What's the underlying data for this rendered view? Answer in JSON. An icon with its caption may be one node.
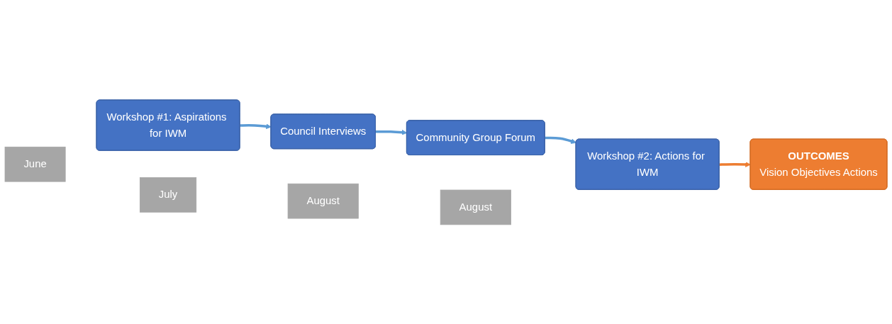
{
  "diagram": {
    "nodes": [
      {
        "text": [
          "June"
        ]
      },
      {
        "text": [
          "July"
        ]
      },
      {
        "text": [
          "August"
        ]
      },
      {
        "text": [
          "August"
        ]
      },
      {
        "text": [
          "Workshop #1: Aspirations for IWM"
        ]
      },
      {
        "text": [
          "Council Interviews"
        ]
      },
      {
        "text": [
          "Community Group Forum"
        ]
      },
      {
        "text": [
          "Workshop #2: Actions for IWM"
        ]
      },
      {
        "text": [
          "OUTCOMES",
          "Vision Objectives Actions"
        ]
      }
    ],
    "edges": [
      {
        "from": 4,
        "to": 5,
        "arrow": "to"
      },
      {
        "from": 5,
        "to": 6,
        "arrow": "to"
      },
      {
        "from": 6,
        "to": 7,
        "arrow": "to"
      },
      {
        "from": 7,
        "to": 8,
        "arrow": "to",
        "color": "#ed7d31"
      }
    ]
  }
}
